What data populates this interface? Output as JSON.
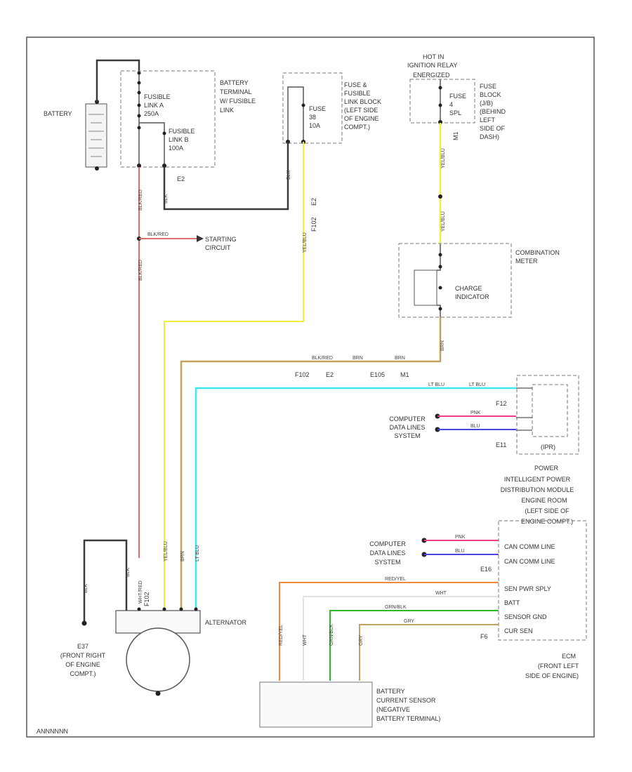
{
  "colors": {
    "black": "#3a3a3a",
    "red": "#e07070",
    "yellow": "#f2ee3a",
    "tan": "#c2a25c",
    "cyan": "#3ee8f2",
    "pink": "#ee3d8a",
    "blue": "#4646e2",
    "orange": "#f08a3a",
    "white": "#d8d8d8",
    "green": "#2eb82e",
    "gray": "#8a8a8a"
  },
  "labels": {
    "battery": "BATTERY",
    "battery_terminal": [
      "BATTERY",
      "TERMINAL",
      "W/ FUSIBLE",
      "LINK"
    ],
    "fusible_link_a": [
      "FUSIBLE",
      "LINK A",
      "250A"
    ],
    "fusible_link_b": [
      "FUSIBLE",
      "LINK B",
      "100A"
    ],
    "fuse_block_engine": [
      "FUSE &",
      "FUSIBLE",
      "LINK BLOCK",
      "(LEFT SIDE",
      "OF ENGINE",
      "COMPT.)"
    ],
    "fuse_10a": [
      "FUSE",
      "38",
      "10A"
    ],
    "hot_in": [
      "HOT IN",
      "IGNITION RELAY",
      "ENERGIZED"
    ],
    "fuse_block_dash": [
      "FUSE",
      "BLOCK",
      "(J/B)",
      "(BEHIND",
      "LEFT",
      "SIDE OF",
      "DASH)"
    ],
    "fuse_spl": [
      "FUSE",
      "4",
      "SPL"
    ],
    "starting_circuit": [
      "STARTING",
      "CIRCUIT"
    ],
    "combination_meter": [
      "COMBINATION",
      "METER"
    ],
    "charge_indicator": [
      "CHARGE",
      "INDICATOR"
    ],
    "computer_data_lines_1": [
      "COMPUTER",
      "DATA LINES",
      "SYSTEM"
    ],
    "computer_data_lines_2": [
      "COMPUTER",
      "DATA LINES",
      "SYSTEM"
    ],
    "ipdm_tag": "(IPR)",
    "ipdm": [
      "POWER",
      "INTELLIGENT POWER",
      "DISTRIBUTION MODULE",
      "ENGINE ROOM",
      "(LEFT SIDE OF",
      "ENGINE COMPT.)"
    ],
    "ecm_pins": [
      "CAN COMM LINE",
      "CAN COMM LINE",
      "SEN PWR SPLY",
      "BATT",
      "SENSOR GND",
      "CUR SEN"
    ],
    "ecm": [
      "ECM",
      "(FRONT LEFT",
      "SIDE OF ENGINE)"
    ],
    "alternator": "ALTERNATOR",
    "ground": [
      "E37",
      "(FRONT RIGHT",
      "OF ENGINE",
      "COMPT.)"
    ],
    "current_sensor": [
      "BATTERY",
      "CURRENT SENSOR",
      "(NEGATIVE",
      "BATTERY TERMINAL)"
    ],
    "connector_f102": "F102",
    "connector_e2": "E2",
    "connector_e105": "E105",
    "connector_m1": "M1",
    "connector_f12": "F12",
    "connector_e11": "E11",
    "connector_e16": "E16",
    "connector_f6": "F6",
    "figure_id": "ANNNNNN"
  },
  "wire_labels": {
    "red_blk": "BLK/RED",
    "wht_red": "WHT/RED",
    "blk": "BLK",
    "yel_blu": "YEL/BLU",
    "brn": "BRN",
    "lt_blu": "LT BLU",
    "pnk": "PNK",
    "blu": "BLU",
    "red_yel": "RED/YEL",
    "wht": "WHT",
    "grn_blk": "GRN/BLK",
    "gry": "GRY"
  }
}
